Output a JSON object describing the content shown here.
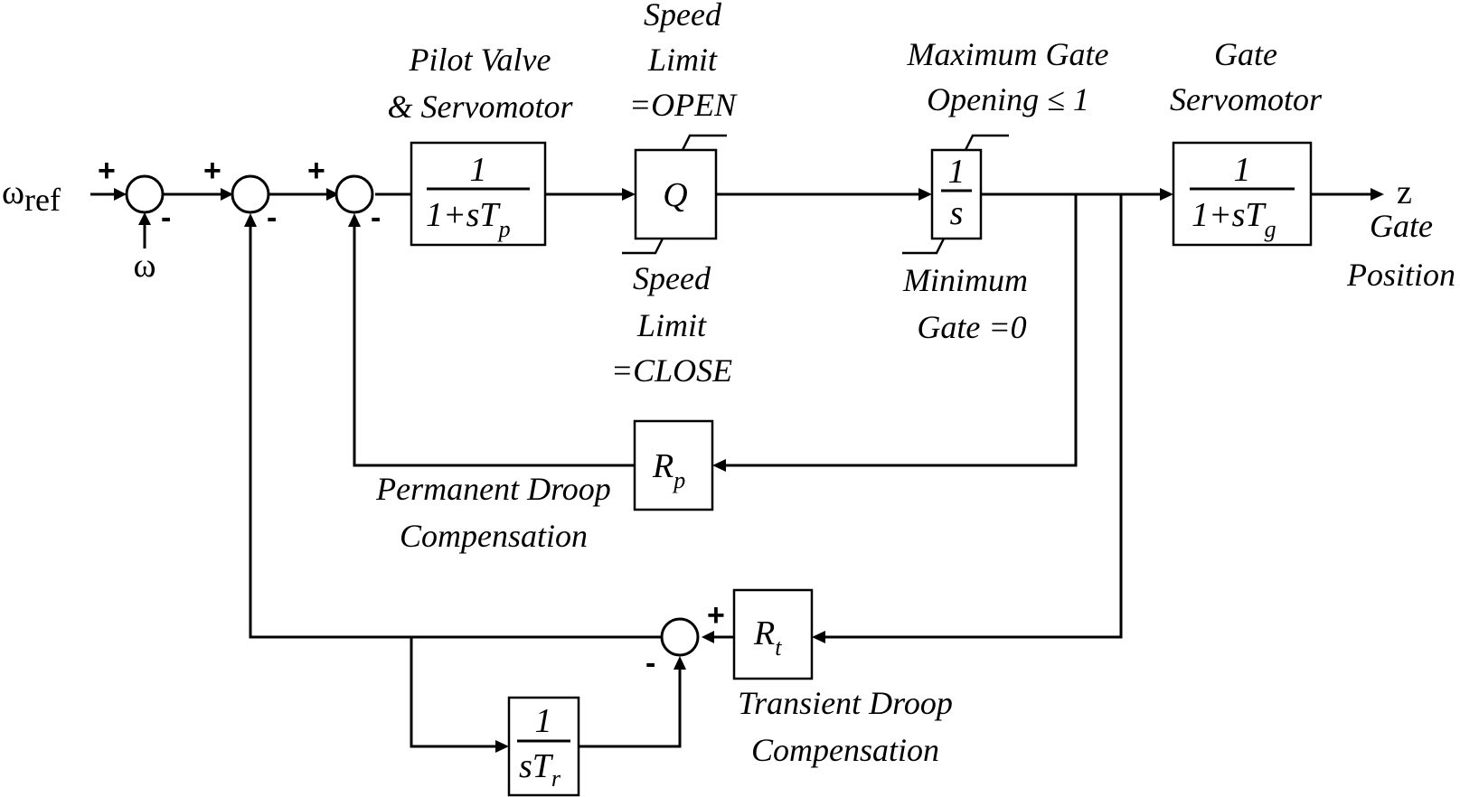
{
  "signals": {
    "omega_ref_main": "ω",
    "omega_ref_sub": "ref",
    "omega": "ω",
    "z": "z"
  },
  "signs": {
    "plus": "+",
    "minus": "-"
  },
  "blocks": {
    "pilot": {
      "num": "1",
      "den_main": "1+sT",
      "den_sub": "p"
    },
    "q": {
      "text": "Q"
    },
    "integrator": {
      "num": "1",
      "den": "s"
    },
    "gate": {
      "num": "1",
      "den_main": "1+sT",
      "den_sub": "g"
    },
    "rp": {
      "main": "R",
      "sub": "p"
    },
    "rt": {
      "main": "R",
      "sub": "t"
    },
    "tr": {
      "num": "1",
      "den_main": "sT",
      "den_sub": "r"
    }
  },
  "labels": {
    "pilot_valve": [
      "Pilot Valve",
      "& Servomotor"
    ],
    "speed_limit_open": [
      "Speed",
      "Limit",
      "=OPEN"
    ],
    "speed_limit_close": [
      "Speed",
      "Limit",
      "=CLOSE"
    ],
    "max_gate": [
      "Maximum Gate",
      "Opening ≤ 1"
    ],
    "min_gate": [
      "Minimum",
      "Gate =0"
    ],
    "gate_servomotor": [
      "Gate",
      "Servomotor"
    ],
    "gate_position": [
      "Gate",
      "Position"
    ],
    "permanent_droop": [
      "Permanent Droop",
      "Compensation"
    ],
    "transient_droop": [
      "Transient Droop",
      "Compensation"
    ]
  }
}
